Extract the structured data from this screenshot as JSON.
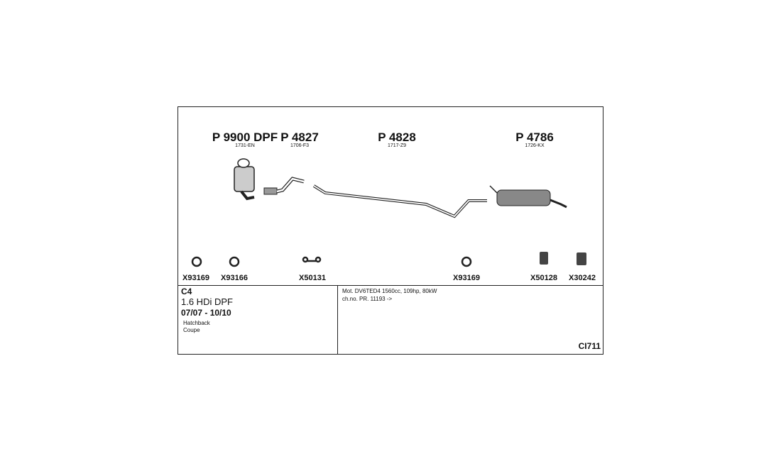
{
  "parts": [
    {
      "number": "P 9900 DPF",
      "oe": "1731-EN"
    },
    {
      "number": "P 4827",
      "oe": "1706-F3"
    },
    {
      "number": "P 4828",
      "oe": "1717-Z9"
    },
    {
      "number": "P 4786",
      "oe": "1726-KX"
    }
  ],
  "accessories": [
    "X93169",
    "X93166",
    "X50131",
    "X93169",
    "X50128",
    "X30242"
  ],
  "vehicle": {
    "model": "C4",
    "engine": "1.6 HDi DPF",
    "years": "07/07 - 10/10",
    "body1": "Hatchback",
    "body2": "Coupe"
  },
  "notes": {
    "line1": "Mot. DV6TED4 1560cc, 109hp, 80kW",
    "line2": "ch.no. PR. 11193 ->"
  },
  "diagram_code": "CI711"
}
